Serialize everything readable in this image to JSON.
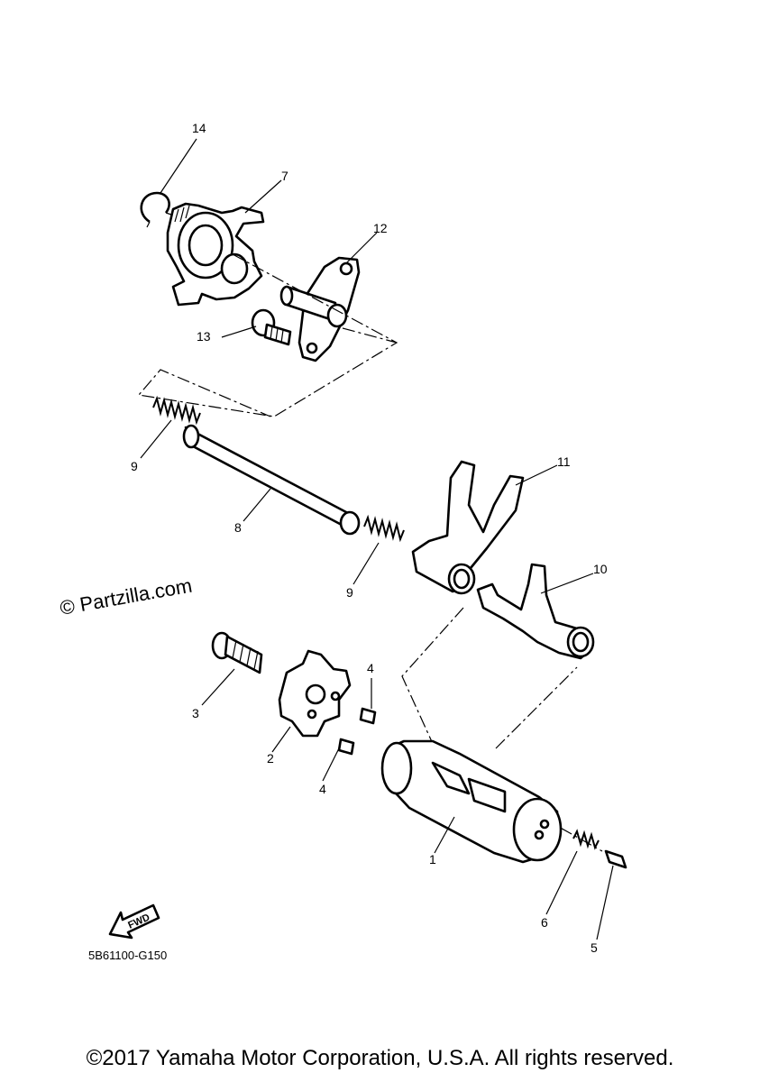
{
  "diagram": {
    "callouts": [
      {
        "id": "14",
        "label": "14"
      },
      {
        "id": "7",
        "label": "7"
      },
      {
        "id": "12",
        "label": "12"
      },
      {
        "id": "13",
        "label": "13"
      },
      {
        "id": "9a",
        "label": "9"
      },
      {
        "id": "8",
        "label": "8"
      },
      {
        "id": "11",
        "label": "11"
      },
      {
        "id": "9b",
        "label": "9"
      },
      {
        "id": "10",
        "label": "10"
      },
      {
        "id": "4a",
        "label": "4"
      },
      {
        "id": "3",
        "label": "3"
      },
      {
        "id": "2",
        "label": "2"
      },
      {
        "id": "4b",
        "label": "4"
      },
      {
        "id": "1",
        "label": "1"
      },
      {
        "id": "6",
        "label": "6"
      },
      {
        "id": "5",
        "label": "5"
      }
    ],
    "watermark": "© Partzilla.com",
    "diagram_code": "5B61100-G150",
    "fwd_label": "FWD"
  },
  "footer": {
    "copyright": "©2017 Yamaha Motor Corporation, U.S.A. All rights reserved."
  }
}
